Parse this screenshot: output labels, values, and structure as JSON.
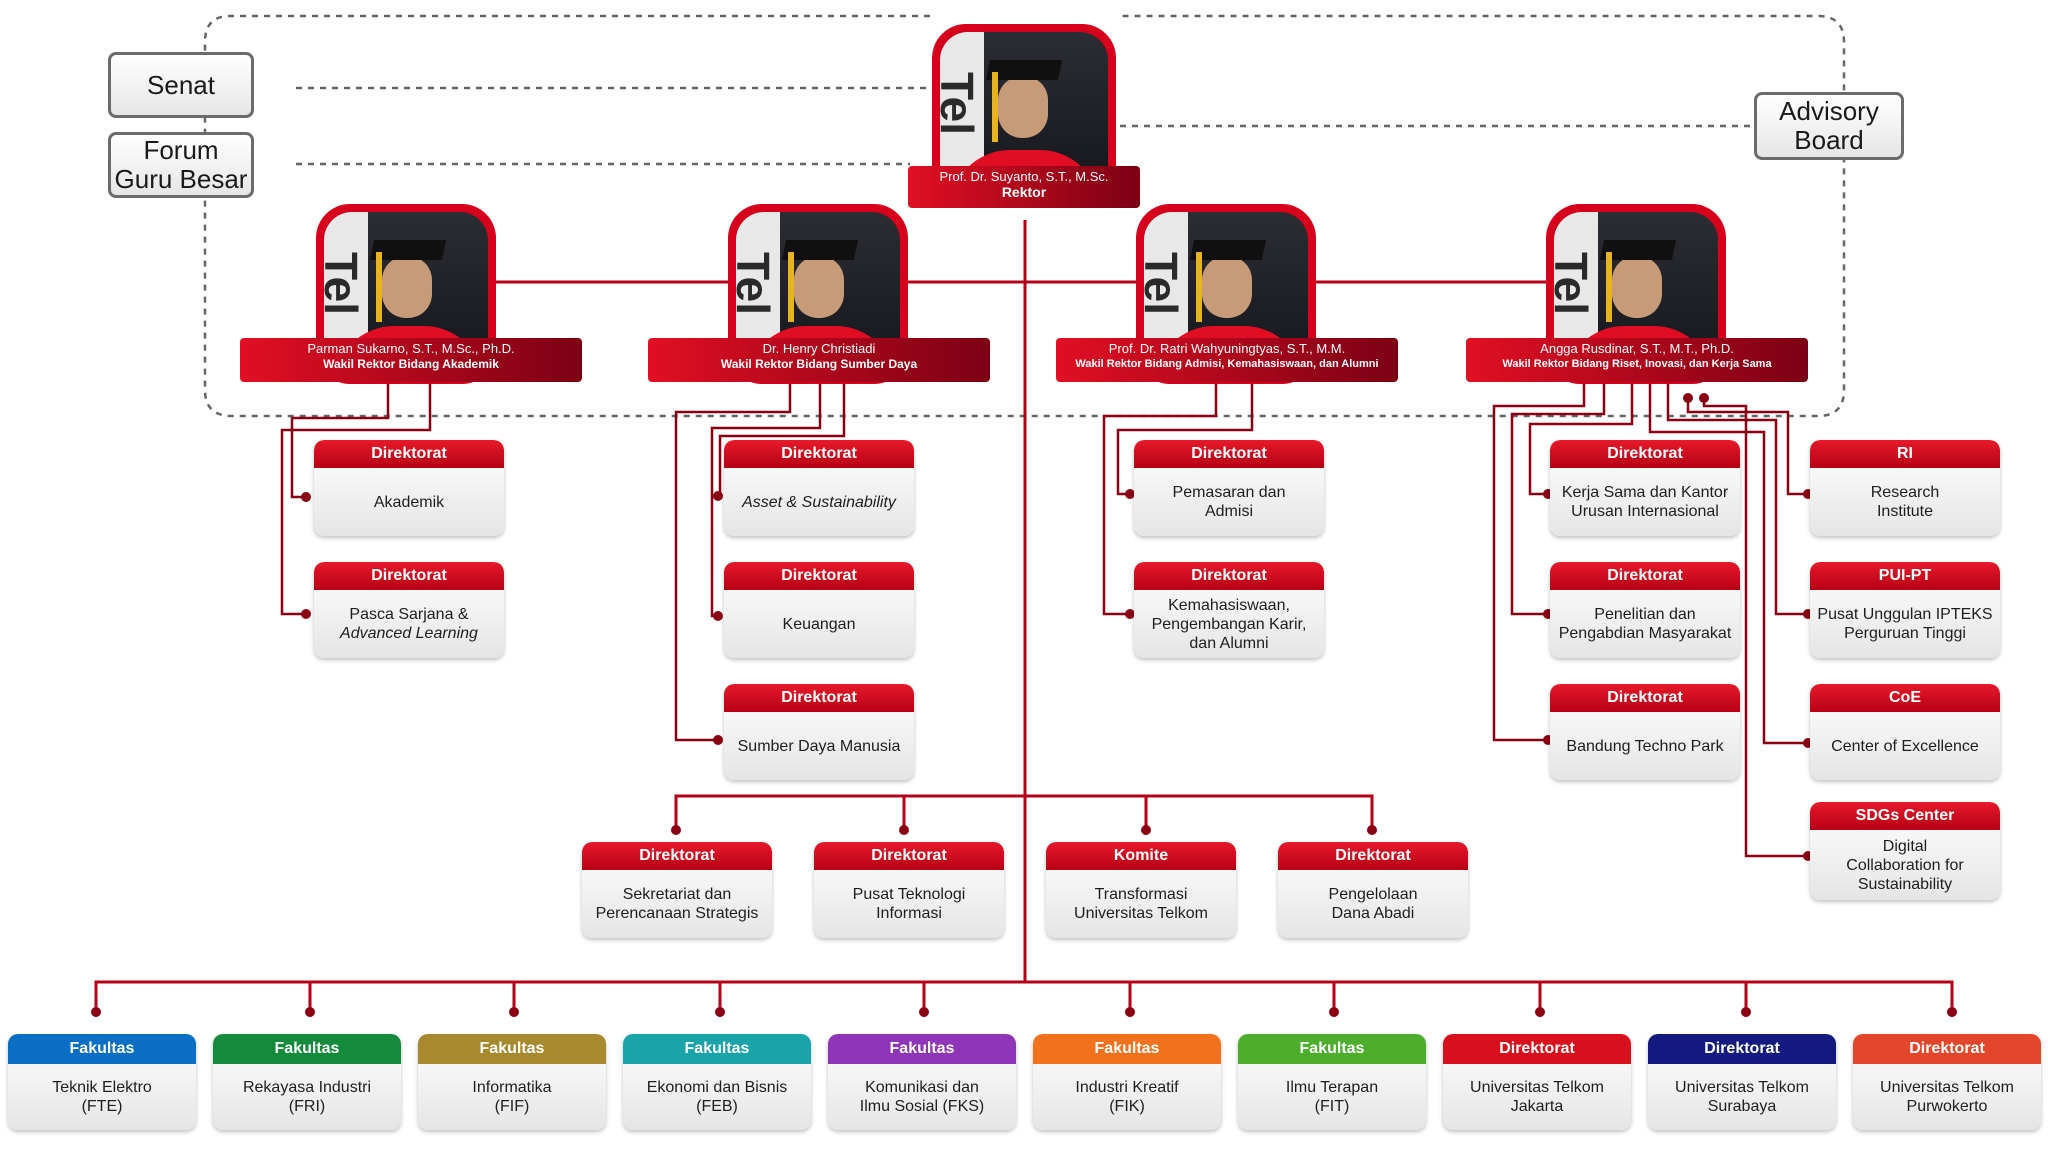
{
  "side": {
    "senat": "Senat",
    "forum_line1": "Forum",
    "forum_line2": "Guru Besar",
    "advisory_line1": "Advisory",
    "advisory_line2": "Board"
  },
  "rektor": {
    "name": "Prof. Dr. Suyanto, S.T., M.Sc.",
    "role": "Rektor"
  },
  "wr": [
    {
      "name": "Parman Sukarno, S.T., M.Sc., Ph.D.",
      "role": "Wakil Rektor Bidang Akademik"
    },
    {
      "name": "Dr. Henry Christiadi",
      "role": "Wakil Rektor Bidang Sumber Daya"
    },
    {
      "name": "Prof. Dr. Ratri Wahyuningtyas, S.T., M.M.",
      "role": "Wakil Rektor Bidang Admisi, Kemahasiswaan, dan Alumni"
    },
    {
      "name": "Angga Rusdinar, S.T., M.T., Ph.D.",
      "role": "Wakil Rektor Bidang Riset, Inovasi, dan Kerja Sama"
    }
  ],
  "photo_wall_text": "Tel",
  "units": [
    {
      "head": "Direktorat",
      "line1": "Akademik",
      "line2": ""
    },
    {
      "head": "Direktorat",
      "line1": "Pasca Sarjana &",
      "line2": "Advanced Learning"
    },
    {
      "head": "Direktorat",
      "line1": "Asset & Sustainability",
      "line2": ""
    },
    {
      "head": "Direktorat",
      "line1": "Keuangan",
      "line2": ""
    },
    {
      "head": "Direktorat",
      "line1": "Sumber Daya Manusia",
      "line2": ""
    },
    {
      "head": "Direktorat",
      "line1": "Pemasaran dan",
      "line2": "Admisi"
    },
    {
      "head": "Direktorat",
      "line1": "Kemahasiswaan,",
      "line2": "Pengembangan Karir,",
      "line3": "dan Alumni"
    },
    {
      "head": "Direktorat",
      "line1": "Kerja Sama dan Kantor",
      "line2": "Urusan Internasional"
    },
    {
      "head": "Direktorat",
      "line1": "Penelitian dan",
      "line2": "Pengabdian Masyarakat"
    },
    {
      "head": "Direktorat",
      "line1": "Bandung Techno Park",
      "line2": ""
    },
    {
      "head": "RI",
      "line1": "Research",
      "line2": "Institute"
    },
    {
      "head": "PUI-PT",
      "line1": "Pusat Unggulan IPTEKS",
      "line2": "Perguruan Tinggi"
    },
    {
      "head": "CoE",
      "line1": "Center of Excellence",
      "line2": ""
    },
    {
      "head": "SDGs Center",
      "line1": "Digital",
      "line2": "Collaboration for",
      "line3": "Sustainability"
    },
    {
      "head": "Direktorat",
      "line1": "Sekretariat dan",
      "line2": "Perencanaan Strategis"
    },
    {
      "head": "Direktorat",
      "line1": "Pusat Teknologi",
      "line2": "Informasi"
    },
    {
      "head": "Komite",
      "line1": "Transformasi",
      "line2": "Universitas Telkom"
    },
    {
      "head": "Direktorat",
      "line1": "Pengelolaan",
      "line2": "Dana Abadi"
    }
  ],
  "faculties": [
    {
      "head": "Fakultas",
      "line1": "Teknik Elektro",
      "line2": "(FTE)",
      "color": "#0a6fc4"
    },
    {
      "head": "Fakultas",
      "line1": "Rekayasa Industri",
      "line2": "(FRI)",
      "color": "#148a3c"
    },
    {
      "head": "Fakultas",
      "line1": "Informatika",
      "line2": "(FIF)",
      "color": "#a88a2e"
    },
    {
      "head": "Fakultas",
      "line1": "Ekonomi dan Bisnis",
      "line2": "(FEB)",
      "color": "#1aa3a8"
    },
    {
      "head": "Fakultas",
      "line1": "Komunikasi dan",
      "line2": "Ilmu Sosial (FKS)",
      "color": "#8e35b8"
    },
    {
      "head": "Fakultas",
      "line1": "Industri Kreatif",
      "line2": "(FIK)",
      "color": "#f2711c"
    },
    {
      "head": "Fakultas",
      "line1": "Ilmu Terapan",
      "line2": "(FIT)",
      "color": "#4cae2c"
    },
    {
      "head": "Direktorat",
      "line1": "Universitas Telkom",
      "line2": "Jakarta",
      "color": "#d8101e"
    },
    {
      "head": "Direktorat",
      "line1": "Universitas Telkom",
      "line2": "Surabaya",
      "color": "#141a80"
    },
    {
      "head": "Direktorat",
      "line1": "Universitas Telkom",
      "line2": "Purwokerto",
      "color": "#e2472c"
    }
  ],
  "colors": {
    "line": "#b5001a",
    "accent": "#d6001c"
  }
}
